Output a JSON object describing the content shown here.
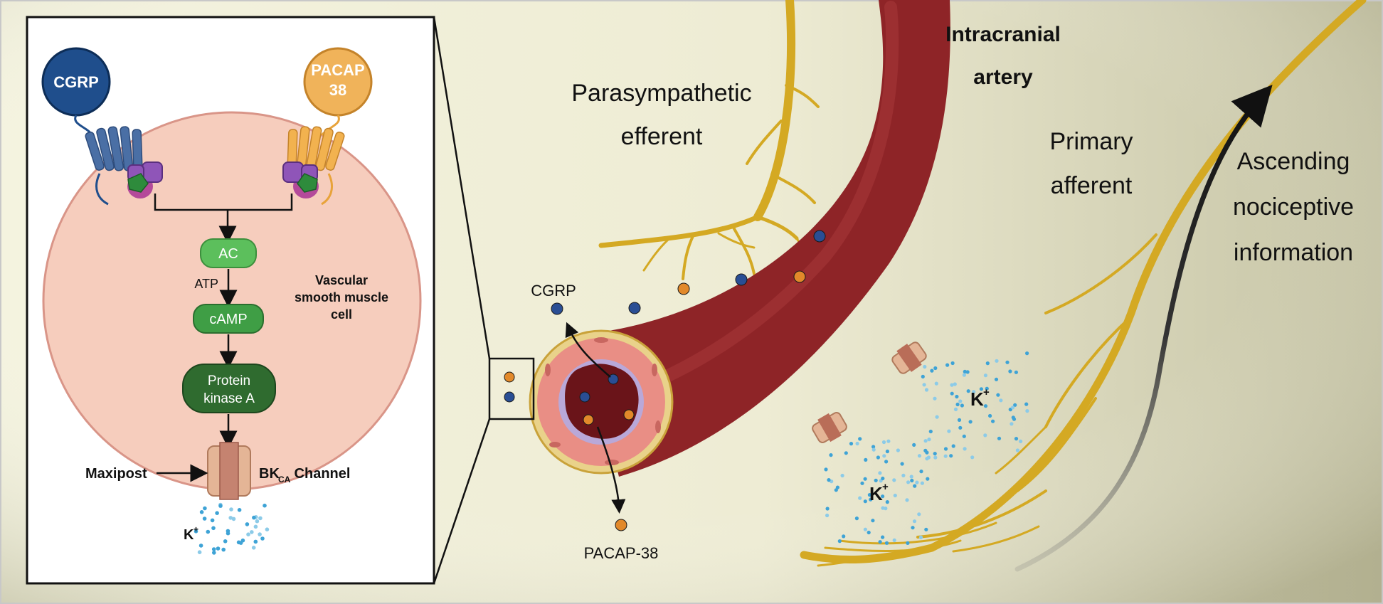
{
  "labels": {
    "cgrp_ligand": "CGRP",
    "pacap_ligand_line1": "PACAP",
    "pacap_ligand_line2": "38",
    "ac": "AC",
    "atp": "ATP",
    "camp": "cAMP",
    "pka_line1": "Protein",
    "pka_line2": "kinase A",
    "cell_line1": "Vascular",
    "cell_line2": "smooth muscle",
    "cell_line3": "cell",
    "maxipost": "Maxipost",
    "bk_main": "BK",
    "bk_sub": "CA",
    "bk_suffix": " Channel",
    "potassium_main": "K",
    "potassium_sup": "+",
    "parasympathetic_line1": "Parasympathetic",
    "parasympathetic_line2": "efferent",
    "artery_line1": "Intracranial",
    "artery_line2": "artery",
    "primary_line1": "Primary",
    "primary_line2": "afferent",
    "ascending_line1": "Ascending",
    "ascending_line2": "nociceptive",
    "ascending_line3": "information",
    "cgrp_release": "CGRP",
    "pacap_release": "PACAP-38"
  },
  "colors": {
    "cgrp": "#1f4e8c",
    "pacap": "#e8a33a",
    "cell": "#f6cdbd",
    "artery": "#8e2427",
    "nerve": "#d4a923",
    "green_light": "#5cbf5c",
    "green_dark": "#2f6b2f",
    "potassium_dots": "#3ea3d6"
  }
}
